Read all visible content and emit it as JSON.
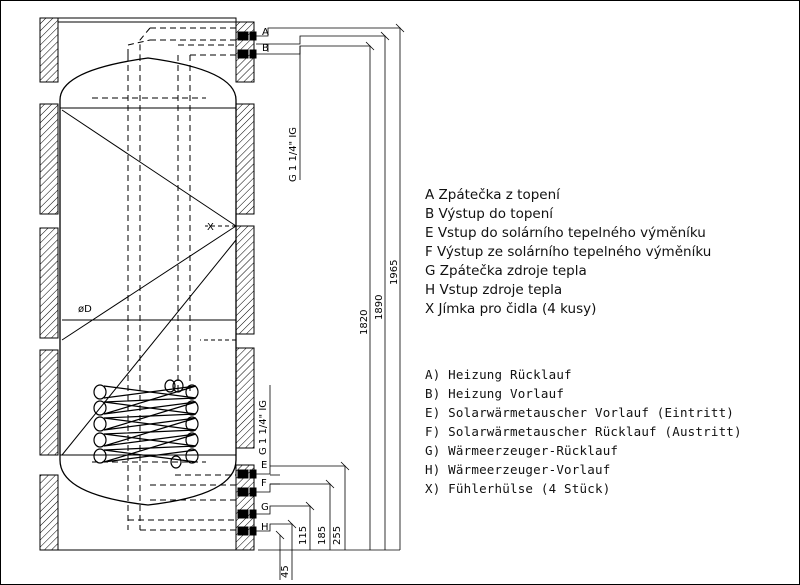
{
  "connection_labels": {
    "A": "A",
    "B": "B",
    "E": "E",
    "F": "F",
    "G": "G",
    "H": "H",
    "X": "X",
    "D": "øD"
  },
  "thread_labels": {
    "upper": "G 1 1/4\" IG",
    "lower": "G 1 1/4\" IG"
  },
  "dimensions": [
    "1965",
    "1890",
    "1820",
    "45",
    "115",
    "185",
    "255"
  ],
  "legend_cz": [
    "A Zpátečka z topení",
    "B Výstup do topení",
    "E Vstup do solárního tepelného výměníku",
    "F Výstup ze solárního tepelného výměníku",
    "G Zpátečka zdroje tepla",
    "H Vstup zdroje tepla",
    "X Jímka pro čidla (4 kusy)"
  ],
  "legend_de": [
    "A) Heizung Rücklauf",
    "B) Heizung Vorlauf",
    "E) Solarwärmetauscher Vorlauf (Eintritt)",
    "F) Solarwärmetauscher Rücklauf (Austritt)",
    "G) Wärmeerzeuger-Rücklauf",
    "H) Wärmeerzeuger-Vorlauf",
    "X) Fühlerhülse (4 Stück)"
  ]
}
